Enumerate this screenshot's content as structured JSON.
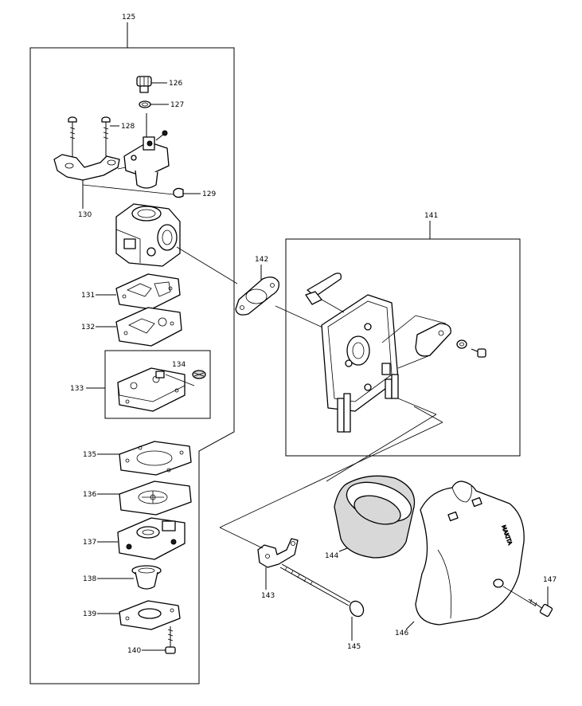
{
  "callouts": {
    "c125": "125",
    "c126": "126",
    "c127": "127",
    "c128": "128",
    "c129": "129",
    "c130": "130",
    "c131": "131",
    "c132": "132",
    "c133": "133",
    "c134": "134",
    "c135": "135",
    "c136": "136",
    "c137": "137",
    "c138": "138",
    "c139": "139",
    "c140": "140",
    "c141": "141",
    "c142": "142",
    "c143": "143",
    "c144": "144",
    "c145": "145",
    "c146": "146",
    "c147": "147"
  }
}
